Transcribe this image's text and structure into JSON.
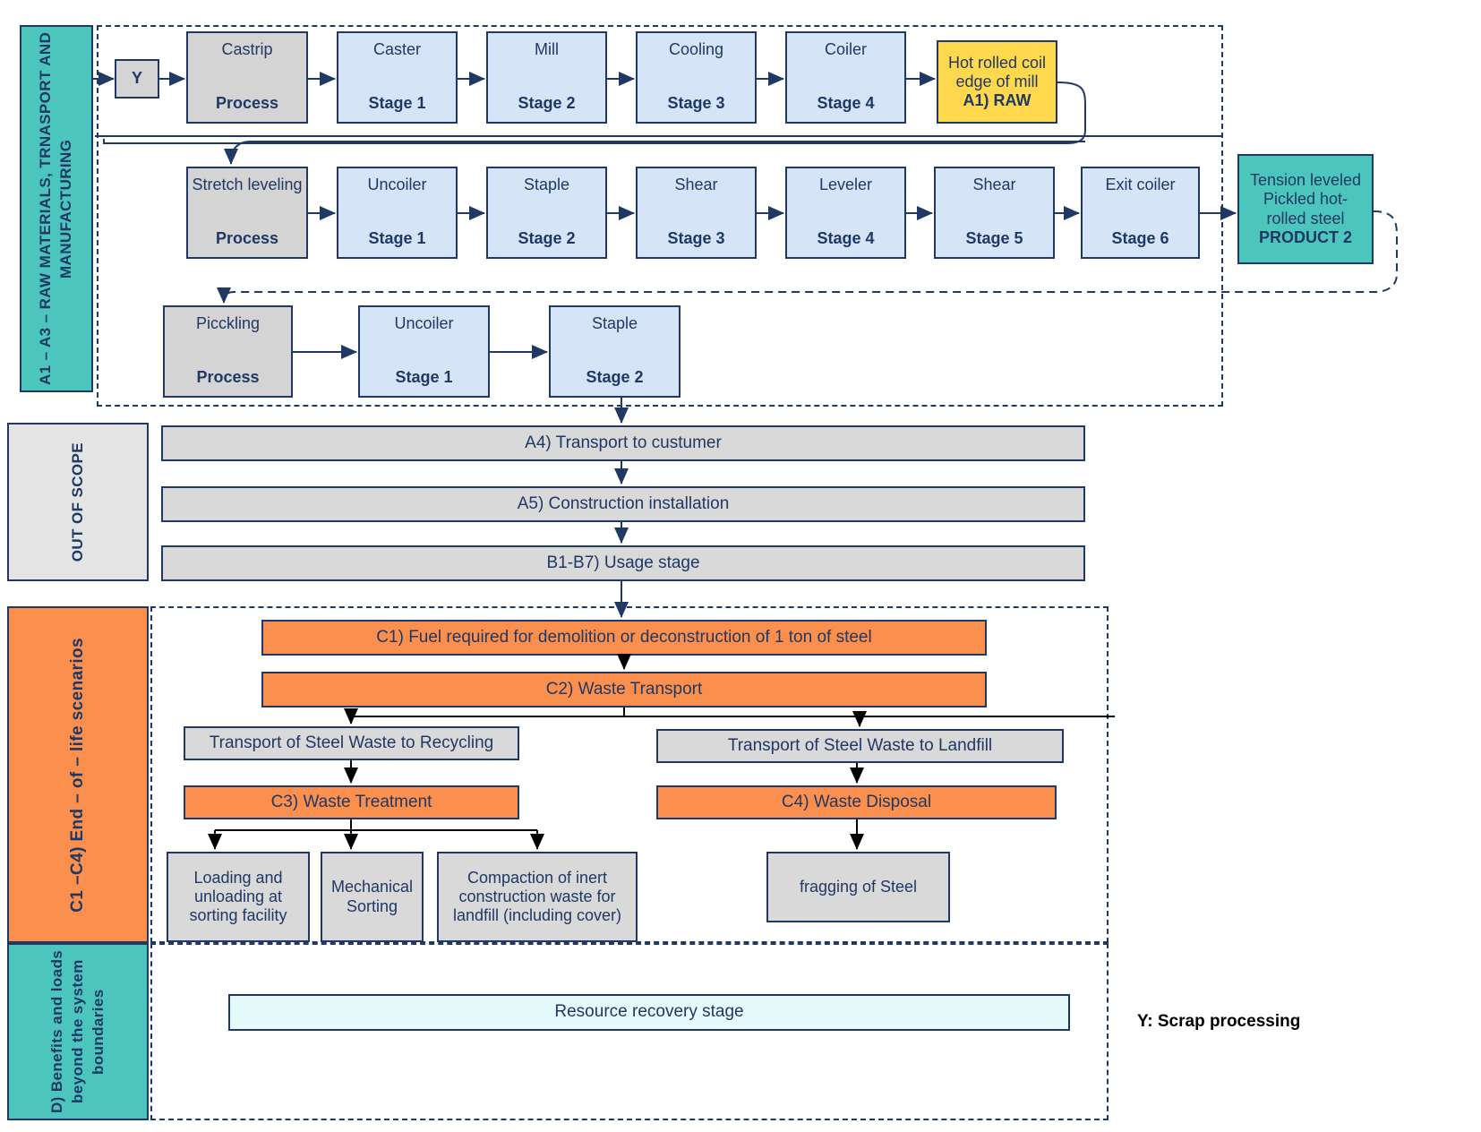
{
  "colors": {
    "outline": "#1F3864",
    "blue_stage": "#D6E4F7",
    "grey_process": "#D4D4D4",
    "yellow_raw": "#FFD84D",
    "teal_band": "#4CC6BC",
    "orange_band": "#FB8F4D",
    "cyan_recovery": "#E4FAFB",
    "grey_band": "#E4E4E4"
  },
  "sections": {
    "a1a3": {
      "label": "A1 – A3 –  RAW MATERIALS, TRNASPORT AND MANUFACTURING"
    },
    "out_of_scope": {
      "label": "OUT OF SCOPE"
    },
    "c1c4": {
      "label": "C1 –C4) End – of – life scenarios"
    },
    "benefits": {
      "label": "D) Benefits and loads beyond the system boundaries"
    }
  },
  "scrap": {
    "label": "Y"
  },
  "row_casting": [
    {
      "title": "Castrip",
      "tag": "Process",
      "style": "grey"
    },
    {
      "title": "Caster",
      "tag": "Stage 1",
      "style": "blue"
    },
    {
      "title": "Mill",
      "tag": "Stage 2",
      "style": "blue"
    },
    {
      "title": "Cooling",
      "tag": "Stage 3",
      "style": "blue"
    },
    {
      "title": "Coiler",
      "tag": "Stage 4",
      "style": "blue"
    },
    {
      "title": "Hot rolled coil edge of mill",
      "tag": "A1) RAW",
      "style": "yellow"
    }
  ],
  "row_stretch": [
    {
      "title": "Stretch leveling",
      "tag": "Process",
      "style": "grey"
    },
    {
      "title": "Uncoiler",
      "tag": "Stage 1",
      "style": "blue"
    },
    {
      "title": "Staple",
      "tag": "Stage 2",
      "style": "blue"
    },
    {
      "title": "Shear",
      "tag": "Stage 3",
      "style": "blue"
    },
    {
      "title": "Leveler",
      "tag": "Stage 4",
      "style": "blue"
    },
    {
      "title": "Shear",
      "tag": "Stage 5",
      "style": "blue"
    },
    {
      "title": "Exit coiler",
      "tag": "Stage 6",
      "style": "blue"
    }
  ],
  "product2": {
    "title": "Tension leveled Pickled hot-rolled steel",
    "tag": "PRODUCT 2"
  },
  "row_pickling": [
    {
      "title": "Picckling",
      "tag": "Process",
      "style": "grey"
    },
    {
      "title": "Uncoiler",
      "tag": "Stage 1",
      "style": "blue"
    },
    {
      "title": "Staple",
      "tag": "Stage 2",
      "style": "blue"
    }
  ],
  "out_of_scope_bars": [
    {
      "label": "A4) Transport to custumer"
    },
    {
      "label": "A5) Construction installation"
    },
    {
      "label": "B1-B7) Usage stage"
    }
  ],
  "eol": {
    "c1": "C1) Fuel required for demolition or deconstruction of 1 ton of steel",
    "c2": "C2) Waste Transport",
    "transport_recycling": "Transport of Steel Waste to Recycling",
    "transport_landfill": "Transport of Steel Waste to Landfill",
    "c3": "C3) Waste Treatment",
    "c4": "C4) Waste Disposal",
    "c3_children": [
      "Loading and unloading at sorting facility",
      "Mechanical Sorting",
      "Compaction of inert construction waste for landfill (including cover)"
    ],
    "c4_children": [
      "fragging of Steel"
    ]
  },
  "recovery": {
    "label": "Resource recovery stage"
  },
  "legend": {
    "label": "Y: Scrap processing"
  }
}
